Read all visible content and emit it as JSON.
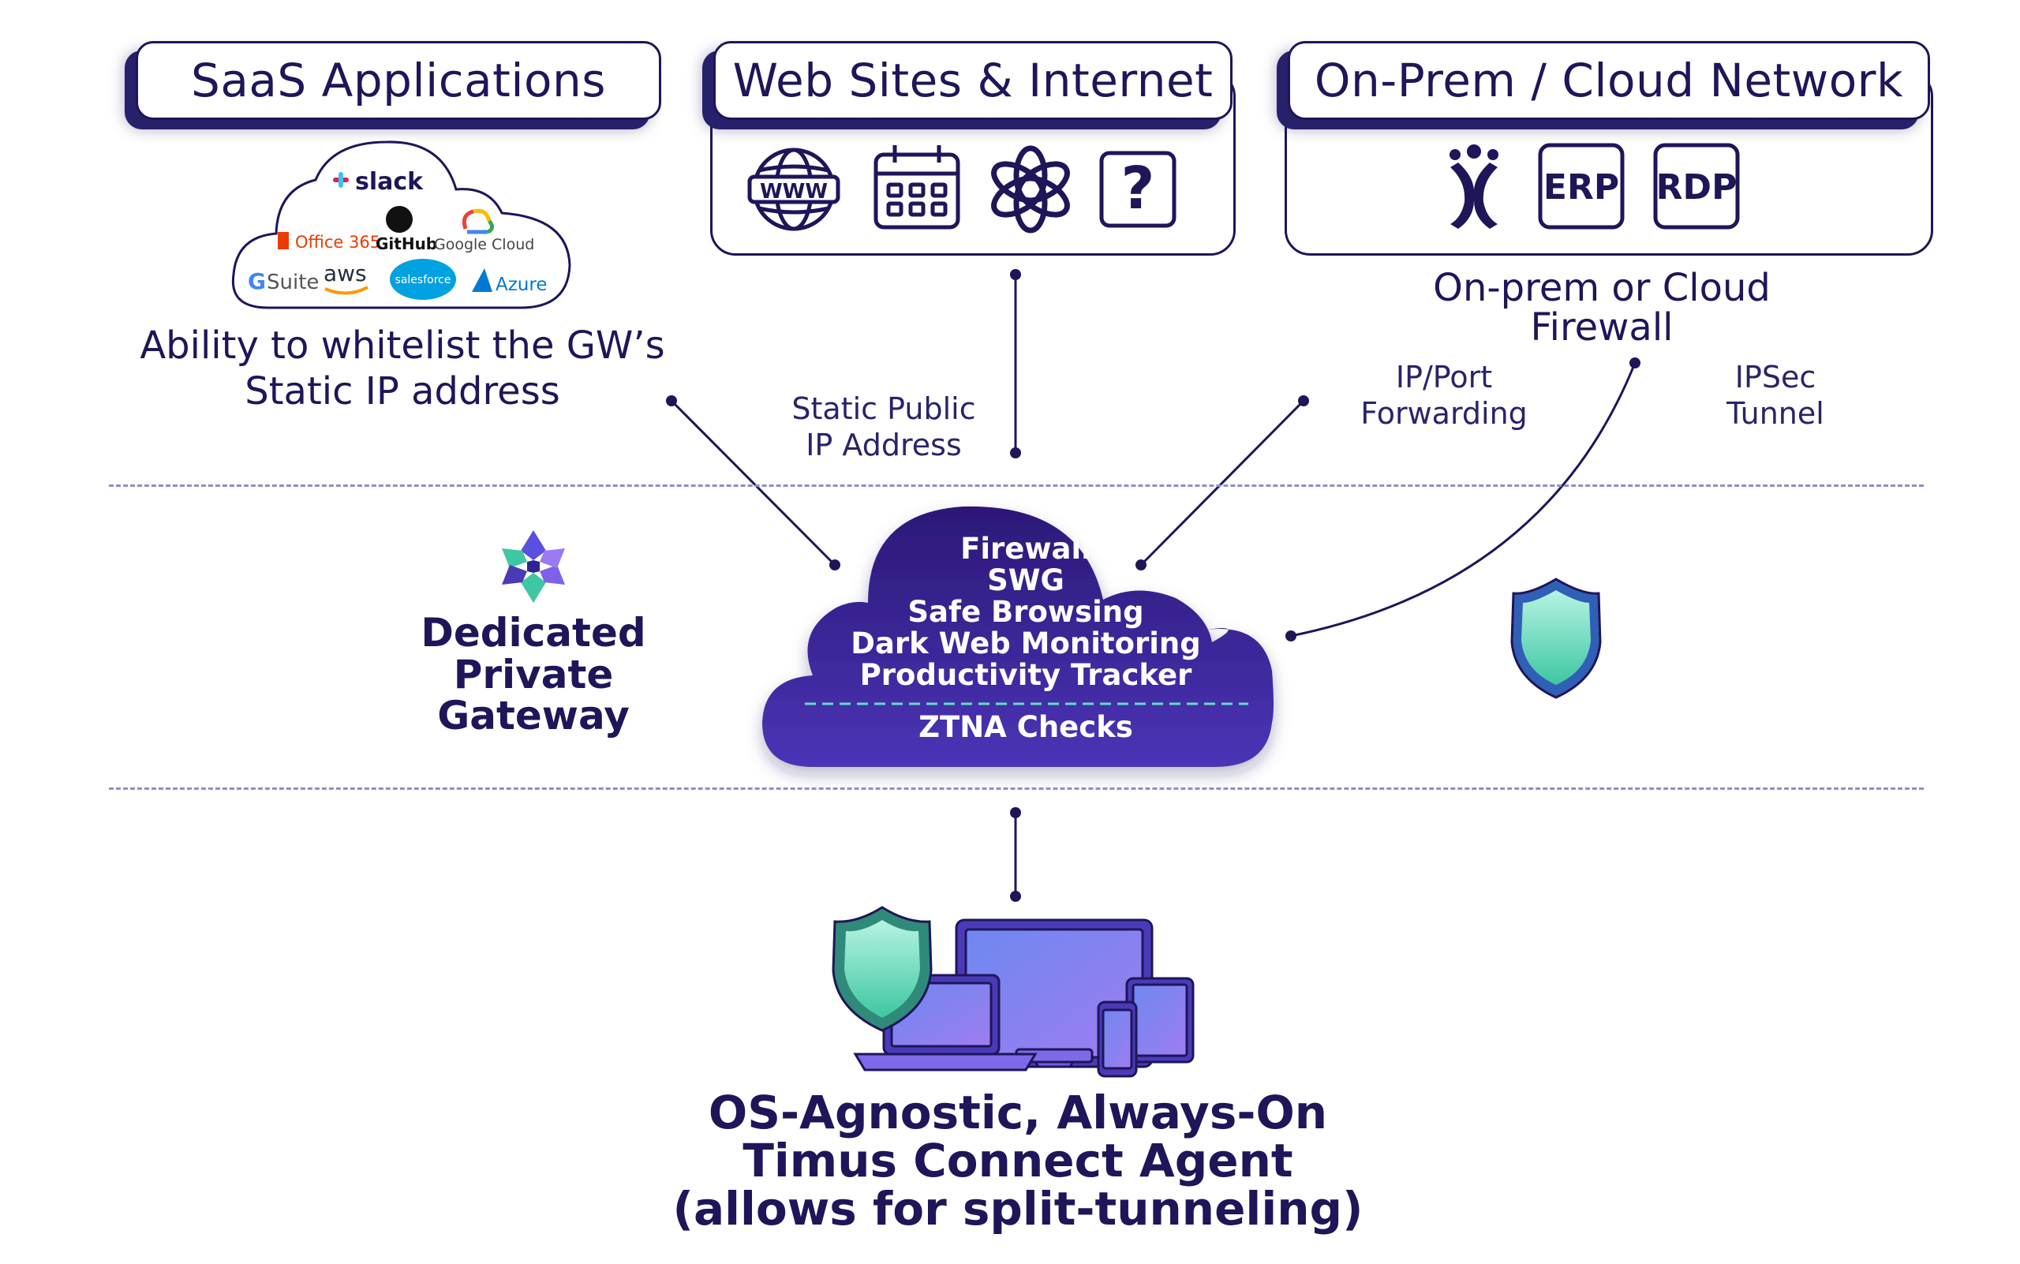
{
  "headers": {
    "saas": "SaaS Applications",
    "web": "Web Sites & Internet",
    "onprem": "On-Prem / Cloud Network"
  },
  "saas_logos": {
    "slack": "slack",
    "office365": "Office 365",
    "github": "GitHub",
    "google_cloud": "Google Cloud",
    "gsuite_g": "G",
    "gsuite": "Suite",
    "aws": "aws",
    "salesforce": "salesforce",
    "azure": "Azure"
  },
  "web_icons": [
    "globe-icon",
    "calendar-icon",
    "openai-icon",
    "question-icon"
  ],
  "web_icon_text": {
    "www": "WWW",
    "question": "?"
  },
  "onprem_icons": {
    "erp": "ERP",
    "rdp": "RDP"
  },
  "labels": {
    "whitelist_line1": "Ability to whitelist the GW’s",
    "whitelist_line2": "Static IP address",
    "static_ip_line1": "Static Public",
    "static_ip_line2": "IP Address",
    "firewall_line1": "On-prem or Cloud",
    "firewall_line2": "Firewall",
    "ipport_line1": "IP/Port",
    "ipport_line2": "Forwarding",
    "ipsec_line1": "IPSec",
    "ipsec_line2": "Tunnel"
  },
  "gateway": {
    "line1": "Dedicated",
    "line2": "Private",
    "line3": "Gateway"
  },
  "cloud_services": [
    "Firewall",
    "SWG",
    "Safe Browsing",
    "Dark Web Monitoring",
    "Productivity Tracker"
  ],
  "ztna": "ZTNA Checks",
  "agent": {
    "line1": "OS-Agnostic, Always-On",
    "line2": "Timus Connect Agent",
    "line3": "(allows for split-tunneling)"
  },
  "colors": {
    "navy": "#1e1659",
    "cloud_dark": "#2a1a78",
    "cloud_light": "#5c40d6",
    "teal": "#4fd6b4",
    "purple": "#6e5ae8"
  }
}
